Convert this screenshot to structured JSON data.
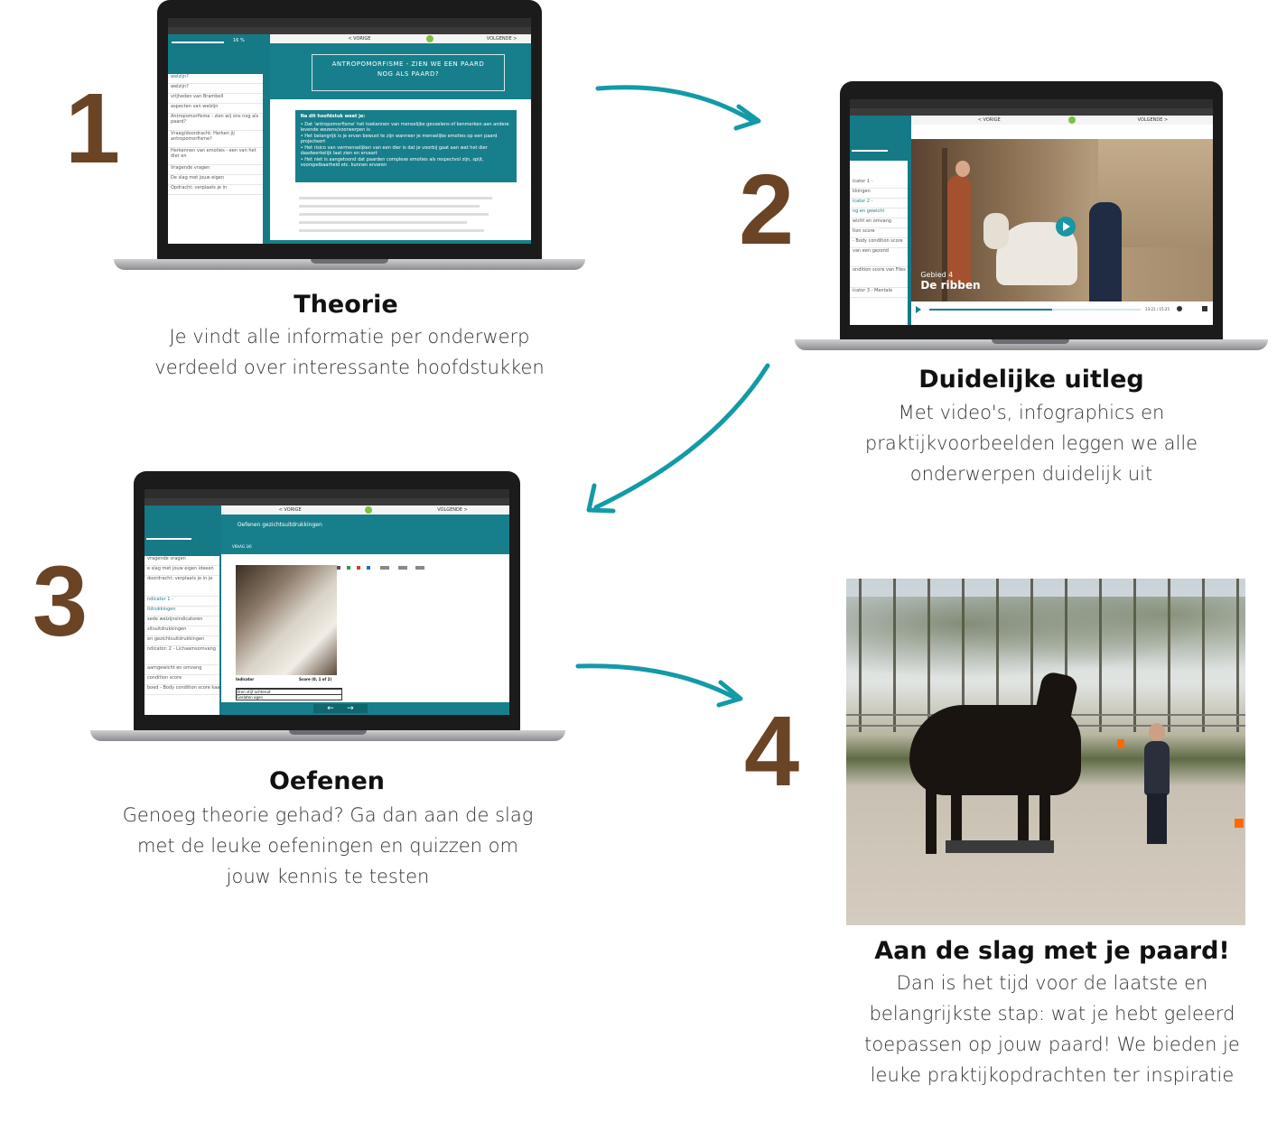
{
  "steps": [
    {
      "number": "1",
      "title": "Theorie",
      "description": [
        "Je vindt alle informatie per onderwerp",
        "verdeeld over interessante hoofdstukken"
      ]
    },
    {
      "number": "2",
      "title": "Duidelijke uitleg",
      "description": [
        "Met video's, infographics en",
        "praktijkvoorbeelden leggen we alle",
        "onderwerpen duidelijk uit"
      ]
    },
    {
      "number": "3",
      "title": "Oefenen",
      "description": [
        "Genoeg theorie gehad? Ga dan aan de slag",
        "met de leuke oefeningen en quizzen om",
        "jouw kennis te testen"
      ]
    },
    {
      "number": "4",
      "title": "Aan de slag met je paard!",
      "description": [
        "Dan is het tijd voor de laatste en",
        "belangrijkste stap: wat je hebt geleerd",
        "toepassen op jouw paard! We bieden je",
        "leuke praktijkopdrachten ter inspiratie"
      ]
    }
  ],
  "screen1": {
    "prev": "< VORIGE",
    "next": "VOLGENDE >",
    "banner_line1": "ANTROPOMORFISME - ZIEN WE EEN PAARD",
    "banner_line2": "NOG ALS PAARD?",
    "box_heading": "Na dit hoofdstuk weet je:",
    "box_items": [
      "Dat 'antropomorfisme' het toekennen van menselijke gevoelens of kenmerken aan andere levende wezens/voorwerpen is",
      "Het belangrijk is je ervan bewust te zijn wanneer je menselijke emoties op een paard projecteert",
      "Het risico van vermenselijken van een dier is dat je voorbij gaat aan wat het dier daadwerkelijk laat zien en ervaart",
      "Het niet is aangetoond dat paarden complexe emoties als respectvol zijn, spijt, voorspelbaarheid etc. kunnen ervaren"
    ],
    "side_items": [
      "welzijn?",
      "welzijn?",
      "vrijheden van Brambell",
      "aspecten van welzijn",
      "Antropomorfisme - zien wij ons nog als paard?",
      "Vraag/doordracht: Herken jij antropomorfisme?",
      "Herkennen van emoties - een van het dier en",
      "Vragende vragen",
      "De slag met jouw eigen",
      "Opdracht: verplaats je in"
    ],
    "progress": "16 %"
  },
  "screen2": {
    "prev": "< VORIGE",
    "next": "VOLGENDE >",
    "caption_small": "Gebied 4",
    "caption_big": "De ribben",
    "time": "13:21 / 15:25",
    "side_items": [
      "icator 1 -",
      "kkingen",
      "icator 2 -",
      "ng en gewicht",
      "wicht en omvang",
      "tion score",
      "- Body condition score",
      "van een gezond",
      "ondition score van Files",
      "icator 3 - Mentale"
    ]
  },
  "screen3": {
    "prev": "< VORIGE",
    "next": "VOLGENDE >",
    "page_title": "Oefenen gezichtsuitdrukkingen",
    "question": "VRAAG 3/6",
    "table_head": [
      "Indicator",
      "Score (0, 1 of 2)"
    ],
    "table_rows": [
      "Oren stijf achteruit",
      "Gesloten ogen"
    ],
    "side_items": [
      "vragende vragen",
      "e slag met jouw eigen ideeen",
      "doordracht: verplaats je in je",
      "ndicator 1 -",
      "itdrukkingen",
      "sede welzijnsindicatoren",
      "sitsuitdrukkingen",
      "en gezichtsuitdrukkingen",
      "ndicator: 2 - Lichaamsomvang",
      "aamgewicht en omvang",
      "condition score",
      "boed - Body condition score kaart"
    ]
  },
  "colors": {
    "accent": "#177f8b",
    "number": "#6b4426",
    "arrow": "#139aa7"
  }
}
